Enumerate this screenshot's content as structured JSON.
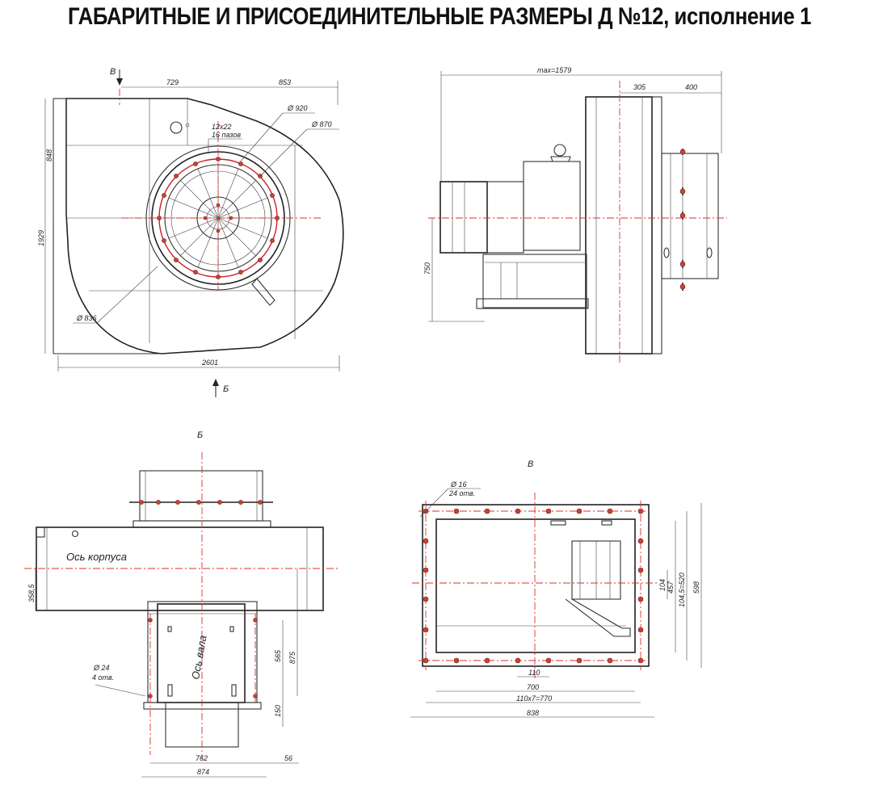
{
  "title": "ГАБАРИТНЫЕ И ПРИСОЕДИНИТЕЛЬНЫЕ РАЗМЕРЫ Д №12, исполнение 1",
  "view_front": {
    "view_b_label": "Б",
    "view_v_label": "В",
    "dim_729": "729",
    "dim_853": "853",
    "dim_848": "848",
    "dim_1929": "1929",
    "dim_2601": "2601",
    "dim_d920": "Ø 920",
    "dim_d870": "Ø 870",
    "dim_slot": "12х22",
    "dim_slots": "16 пазов",
    "dim_d836": "Ø 836"
  },
  "view_side": {
    "dim_max": "max=1579",
    "dim_305": "305",
    "dim_400": "400",
    "dim_750": "750"
  },
  "view_bottom": {
    "view_label": "Б",
    "axis_body": "Ось корпуса",
    "axis_shaft": "Ось вала",
    "dim_3585": "358,5",
    "dim_565": "565",
    "dim_875": "875",
    "dim_150": "150",
    "dim_762": "762",
    "dim_874": "874",
    "dim_56": "56",
    "dim_hole_d": "Ø 24",
    "dim_hole_n": "4 отв."
  },
  "view_flange": {
    "view_label": "В",
    "dim_hole_d": "Ø 16",
    "dim_hole_n": "24 отв.",
    "dim_104": "104",
    "dim_457": "457",
    "dim_1045": "104,5=520",
    "dim_598": "598",
    "dim_110": "110",
    "dim_700": "700",
    "dim_770": "110х7=770",
    "dim_838": "838"
  }
}
